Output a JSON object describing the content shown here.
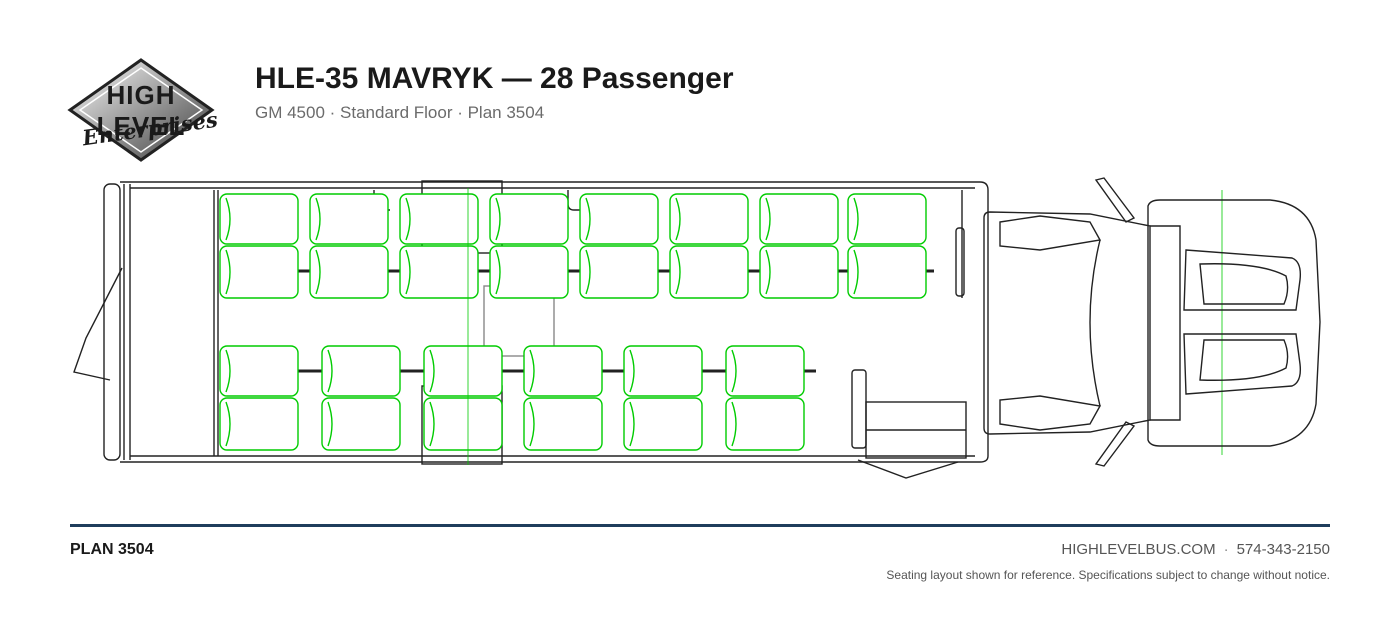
{
  "logo": {
    "line1": "HIGH LEVEL",
    "line2": "Enterprises"
  },
  "header": {
    "title": "HLE-35 MAVRYK — 28 Passenger",
    "subtitle": "GM 4500 · Standard Floor · Plan 3504"
  },
  "floorplan": {
    "seat_color": "#00cc00",
    "outline_color": "#222222"
  },
  "footer": {
    "plan": "PLAN 3504",
    "website": "HIGHLEVELBUS.COM",
    "separator": "·",
    "phone": "574-343-2150",
    "note": "Seating layout shown for reference. Specifications subject to change without notice.",
    "rule_color": "#1f3d5c"
  }
}
